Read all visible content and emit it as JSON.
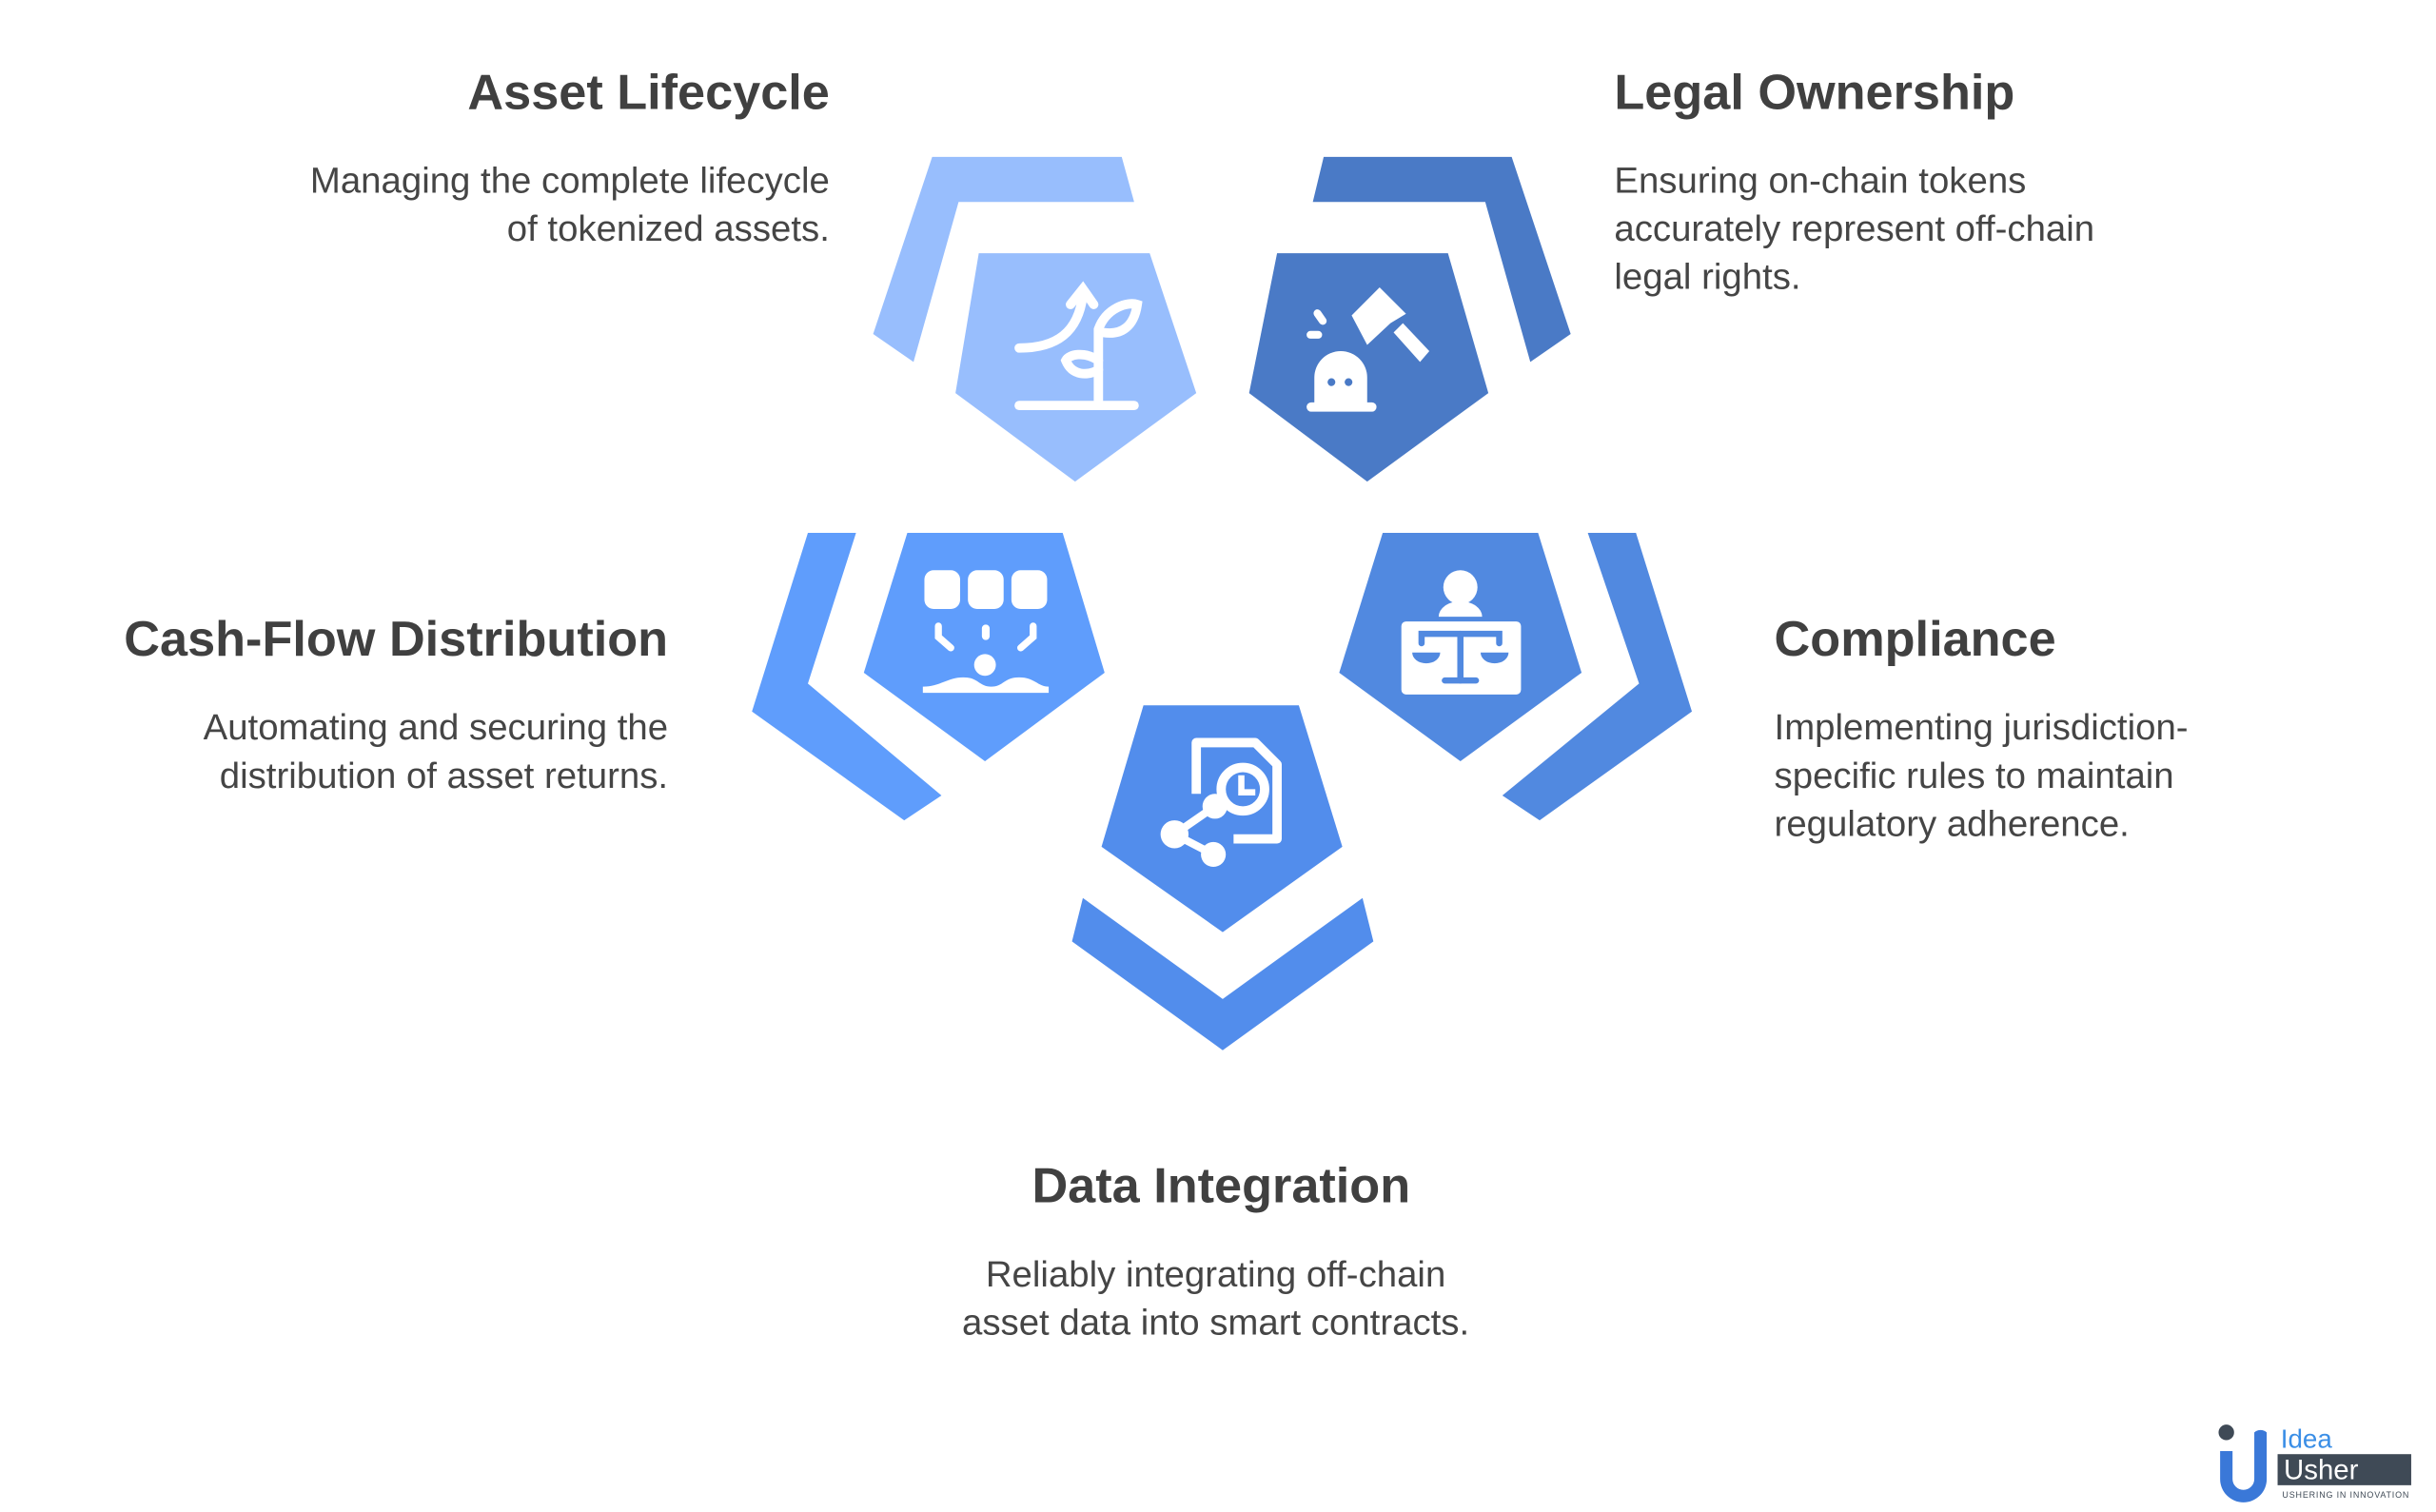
{
  "items": [
    {
      "title": "Asset Lifecycle",
      "description": "Managing the complete lifecycle of tokenized assets.",
      "color": "#98BEFD",
      "icon": "plant-growth-icon"
    },
    {
      "title": "Legal Ownership",
      "description": "Ensuring on-chain tokens accurately represent off-chain legal rights.",
      "color": "#4A7AC6",
      "icon": "gavel-icon"
    },
    {
      "title": "Cash-Flow Distribution",
      "description": "Automating and securing the distribution of asset returns.",
      "color": "#5F9DFC",
      "icon": "database-distribution-icon"
    },
    {
      "title": "Compliance",
      "description": "Implementing jurisdiction-specific rules to maintain regulatory adherence.",
      "color": "#5189E0",
      "icon": "judge-scales-icon"
    },
    {
      "title": "Data Integration",
      "description": "Reliably integrating off-chain asset data into smart contracts.",
      "color": "#528DEC",
      "icon": "document-share-icon"
    }
  ],
  "logo": {
    "line1": "Idea",
    "line2": "Usher",
    "tagline": "USHERING IN INNOVATION"
  }
}
